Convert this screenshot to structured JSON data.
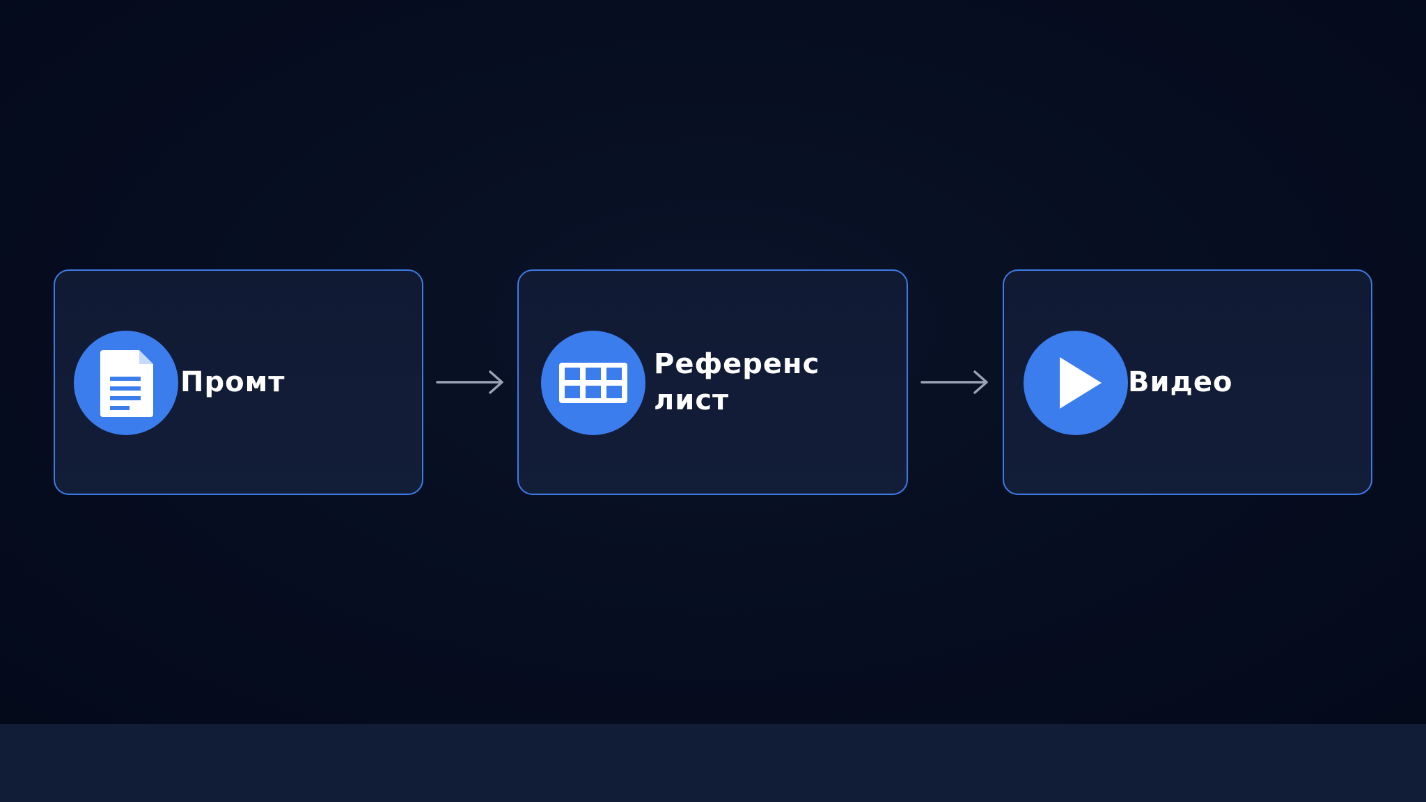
{
  "diagram": {
    "nodes": [
      {
        "label": "Промт",
        "icon": "document-icon"
      },
      {
        "label": "Референс лист",
        "icon": "grid-sheet-icon"
      },
      {
        "label": "Видео",
        "icon": "play-icon"
      }
    ],
    "edges": [
      {
        "from": "Промт",
        "to": "Референс лист"
      },
      {
        "from": "Референс лист",
        "to": "Видео"
      }
    ]
  },
  "colors": {
    "background": "#050c1e",
    "card_border": "#3f7be6",
    "icon_circle": "#3b7ded",
    "arrow": "#9aa3b5",
    "footer_bar": "#111c37"
  }
}
